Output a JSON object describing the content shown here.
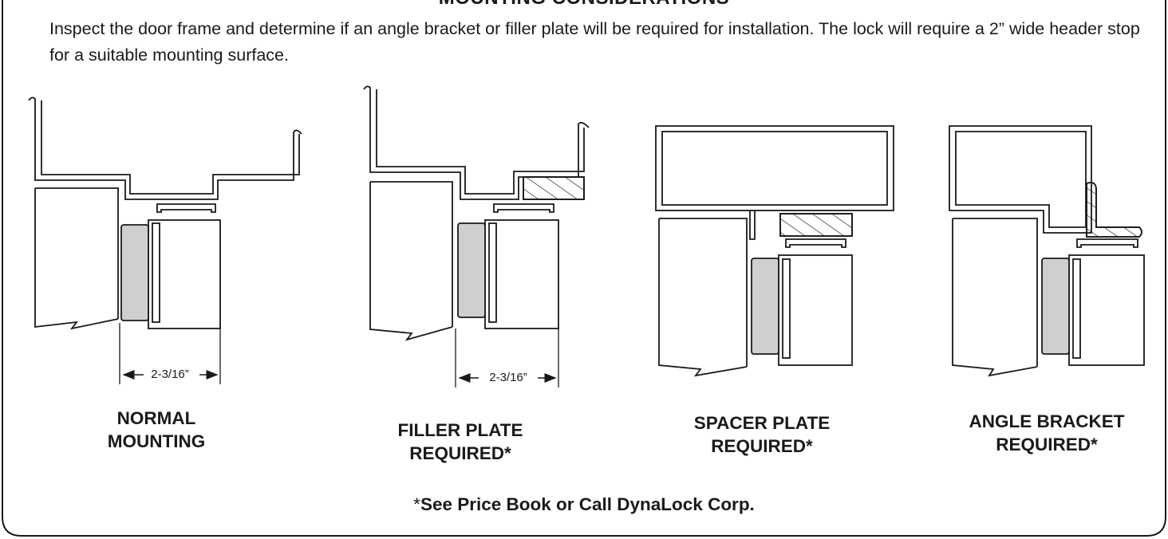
{
  "heading": "MOUNTING CONSIDERATIONS",
  "intro": "Inspect the door frame and determine if an angle bracket or filler plate will be required for installation. The lock will require a 2” wide header stop for a suitable mounting surface.",
  "figures": [
    {
      "id": "normal",
      "caption_lines": [
        "NORMAL",
        "MOUNTING"
      ],
      "dimension": "2-3/16”"
    },
    {
      "id": "filler",
      "caption_lines": [
        "FILLER PLATE",
        "REQUIRED*"
      ],
      "dimension": "2-3/16”"
    },
    {
      "id": "spacer",
      "caption_lines": [
        "SPACER PLATE",
        "REQUIRED*"
      ]
    },
    {
      "id": "angle",
      "caption_lines": [
        "ANGLE BRACKET",
        "REQUIRED*"
      ]
    }
  ],
  "footnote": {
    "mark": "*",
    "text": "See Price Book or Call DynaLock Corp."
  },
  "colors": {
    "ink": "#1a1a1a",
    "magnet": "#cfcfcf",
    "paper": "#ffffff"
  }
}
